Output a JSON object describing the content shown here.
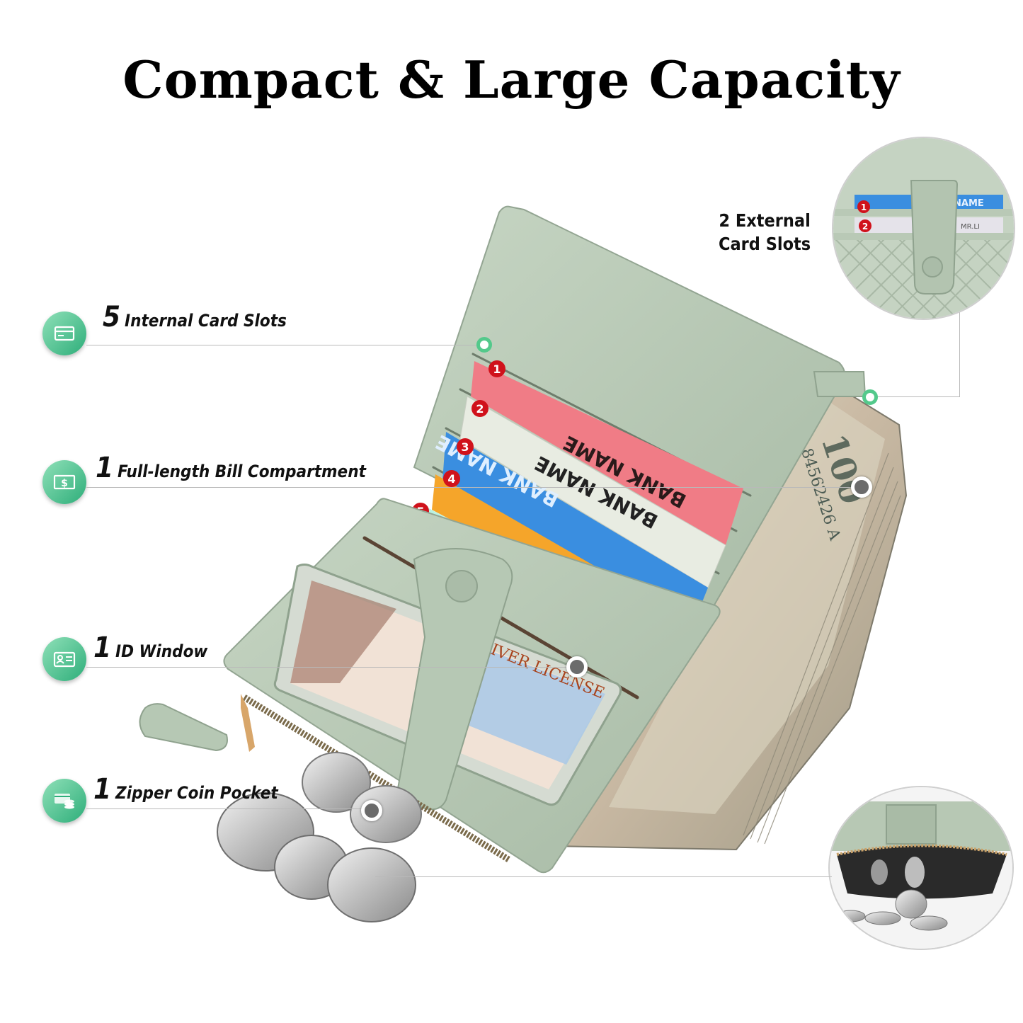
{
  "title": "Compact & Large Capacity",
  "external": {
    "line1": "2 External",
    "line2": "Card Slots"
  },
  "features": [
    {
      "num": "5",
      "text": "Internal Card Slots",
      "icon": "card-icon"
    },
    {
      "num": "1",
      "text": "Full-length Bill Compartment",
      "icon": "dollar-bill-icon"
    },
    {
      "num": "1",
      "text": "ID Window",
      "icon": "id-card-icon"
    },
    {
      "num": "1",
      "text": "Zipper Coin Pocket",
      "icon": "coin-card-icon"
    }
  ],
  "cards": [
    {
      "n": "1",
      "color": "#f07c86",
      "text": "BANK NAME"
    },
    {
      "n": "2",
      "color": "#e8ece2",
      "text": "BANK NAME"
    },
    {
      "n": "3",
      "color": "#3a8ee0",
      "text": "BANK NAME"
    },
    {
      "n": "4",
      "color": "#f5a52a",
      "text": ""
    },
    {
      "n": "5",
      "color": "#f0f3ea",
      "text": ""
    }
  ],
  "inset_cards": [
    {
      "n": "1",
      "text": "NAME"
    },
    {
      "n": "2",
      "text": "MR.LI"
    }
  ],
  "id_text": "DRIVER LICENSE",
  "bill_serial": "PB 84562426 A",
  "colors": {
    "accent": "#2eae7a",
    "wallet": "#b9cbb8",
    "wallet_dark": "#8fa28e",
    "badge_red": "#d0121b"
  }
}
